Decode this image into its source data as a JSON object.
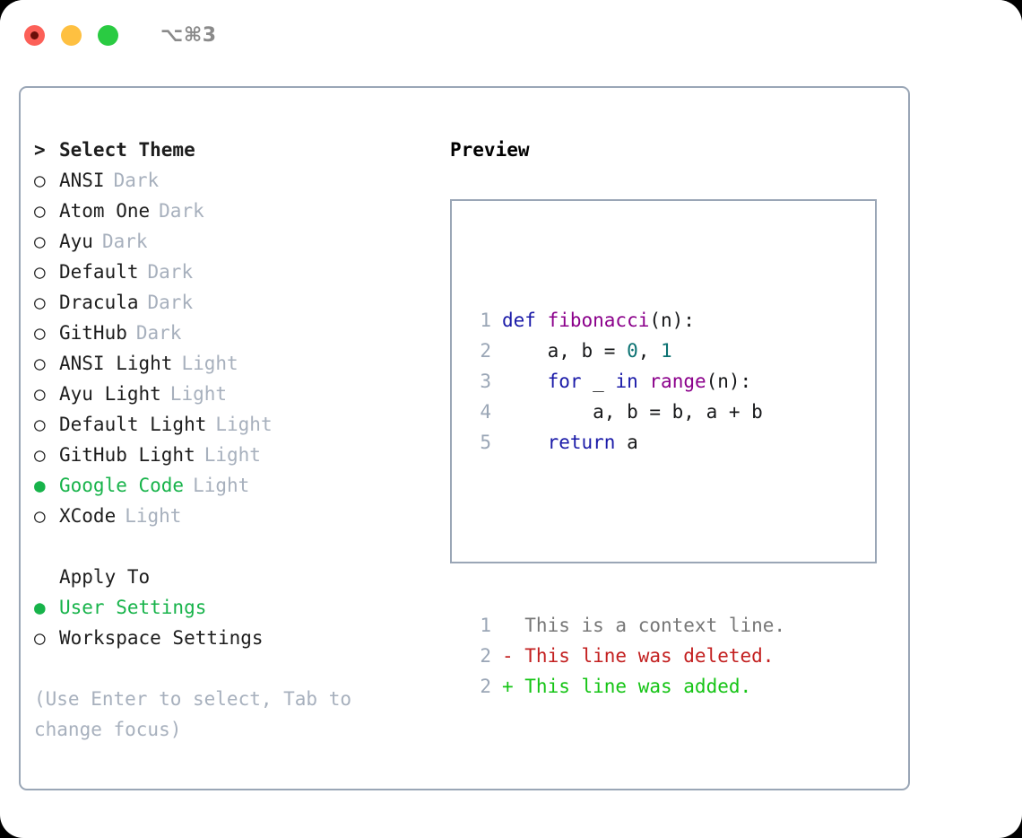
{
  "titlebar": {
    "shortcut": "⌥⌘3",
    "buttons": [
      {
        "name": "close",
        "color": "#fc6058"
      },
      {
        "name": "minimize",
        "color": "#fec041"
      },
      {
        "name": "zoom",
        "color": "#2acb42"
      }
    ]
  },
  "theme_list": {
    "header_marker": ">",
    "header": "Select Theme",
    "items": [
      {
        "marker": "○",
        "label": "ANSI",
        "tag": "Dark",
        "selected": false
      },
      {
        "marker": "○",
        "label": "Atom One",
        "tag": "Dark",
        "selected": false
      },
      {
        "marker": "○",
        "label": "Ayu",
        "tag": "Dark",
        "selected": false
      },
      {
        "marker": "○",
        "label": "Default",
        "tag": "Dark",
        "selected": false
      },
      {
        "marker": "○",
        "label": "Dracula",
        "tag": "Dark",
        "selected": false
      },
      {
        "marker": "○",
        "label": "GitHub",
        "tag": "Dark",
        "selected": false
      },
      {
        "marker": "○",
        "label": "ANSI Light",
        "tag": "Light",
        "selected": false
      },
      {
        "marker": "○",
        "label": "Ayu Light",
        "tag": "Light",
        "selected": false
      },
      {
        "marker": "○",
        "label": "Default Light",
        "tag": "Light",
        "selected": false
      },
      {
        "marker": "○",
        "label": "GitHub Light",
        "tag": "Light",
        "selected": false
      },
      {
        "marker": "●",
        "label": "Google Code",
        "tag": "Light",
        "selected": true
      },
      {
        "marker": "○",
        "label": "XCode",
        "tag": "Light",
        "selected": false
      }
    ]
  },
  "apply_to": {
    "header_marker": " ",
    "header": "Apply To",
    "items": [
      {
        "marker": "●",
        "label": "User Settings",
        "selected": true
      },
      {
        "marker": "○",
        "label": "Workspace Settings",
        "selected": false
      }
    ]
  },
  "hint": "(Use Enter to select, Tab to change focus)",
  "preview": {
    "title": "Preview",
    "code_lines": [
      {
        "num": "1",
        "tokens": [
          {
            "t": "def ",
            "c": "kw"
          },
          {
            "t": "fibonacci",
            "c": "fn"
          },
          {
            "t": "(n):",
            "c": "pl"
          }
        ]
      },
      {
        "num": "2",
        "tokens": [
          {
            "t": "    a, b = ",
            "c": "pl"
          },
          {
            "t": "0",
            "c": "num"
          },
          {
            "t": ", ",
            "c": "pl"
          },
          {
            "t": "1",
            "c": "num"
          }
        ]
      },
      {
        "num": "3",
        "tokens": [
          {
            "t": "    ",
            "c": "pl"
          },
          {
            "t": "for",
            "c": "kw"
          },
          {
            "t": " _ ",
            "c": "pl"
          },
          {
            "t": "in",
            "c": "kw"
          },
          {
            "t": " ",
            "c": "pl"
          },
          {
            "t": "range",
            "c": "fn"
          },
          {
            "t": "(n):",
            "c": "pl"
          }
        ]
      },
      {
        "num": "4",
        "tokens": [
          {
            "t": "        a, b = b, a + b",
            "c": "pl"
          }
        ]
      },
      {
        "num": "5",
        "tokens": [
          {
            "t": "    ",
            "c": "pl"
          },
          {
            "t": "return",
            "c": "kw"
          },
          {
            "t": " a",
            "c": "pl"
          }
        ]
      }
    ],
    "diff_lines": [
      {
        "num": "1",
        "tokens": [
          {
            "t": "  This is a context line.",
            "c": "ctx"
          }
        ]
      },
      {
        "num": "2",
        "tokens": [
          {
            "t": "- This line was deleted.",
            "c": "del"
          }
        ]
      },
      {
        "num": "2",
        "tokens": [
          {
            "t": "+ This line was added.",
            "c": "add"
          }
        ]
      }
    ]
  },
  "colors": {
    "accent_green": "#17b34a",
    "border": "#9aa6b6",
    "muted": "#a7b0bd",
    "keyword_blue": "#1a1aa8",
    "function_purple": "#8b008b",
    "number_teal": "#0b7272",
    "diff_delete": "#c32020",
    "diff_add": "#15c415",
    "context_gray": "#777777"
  }
}
